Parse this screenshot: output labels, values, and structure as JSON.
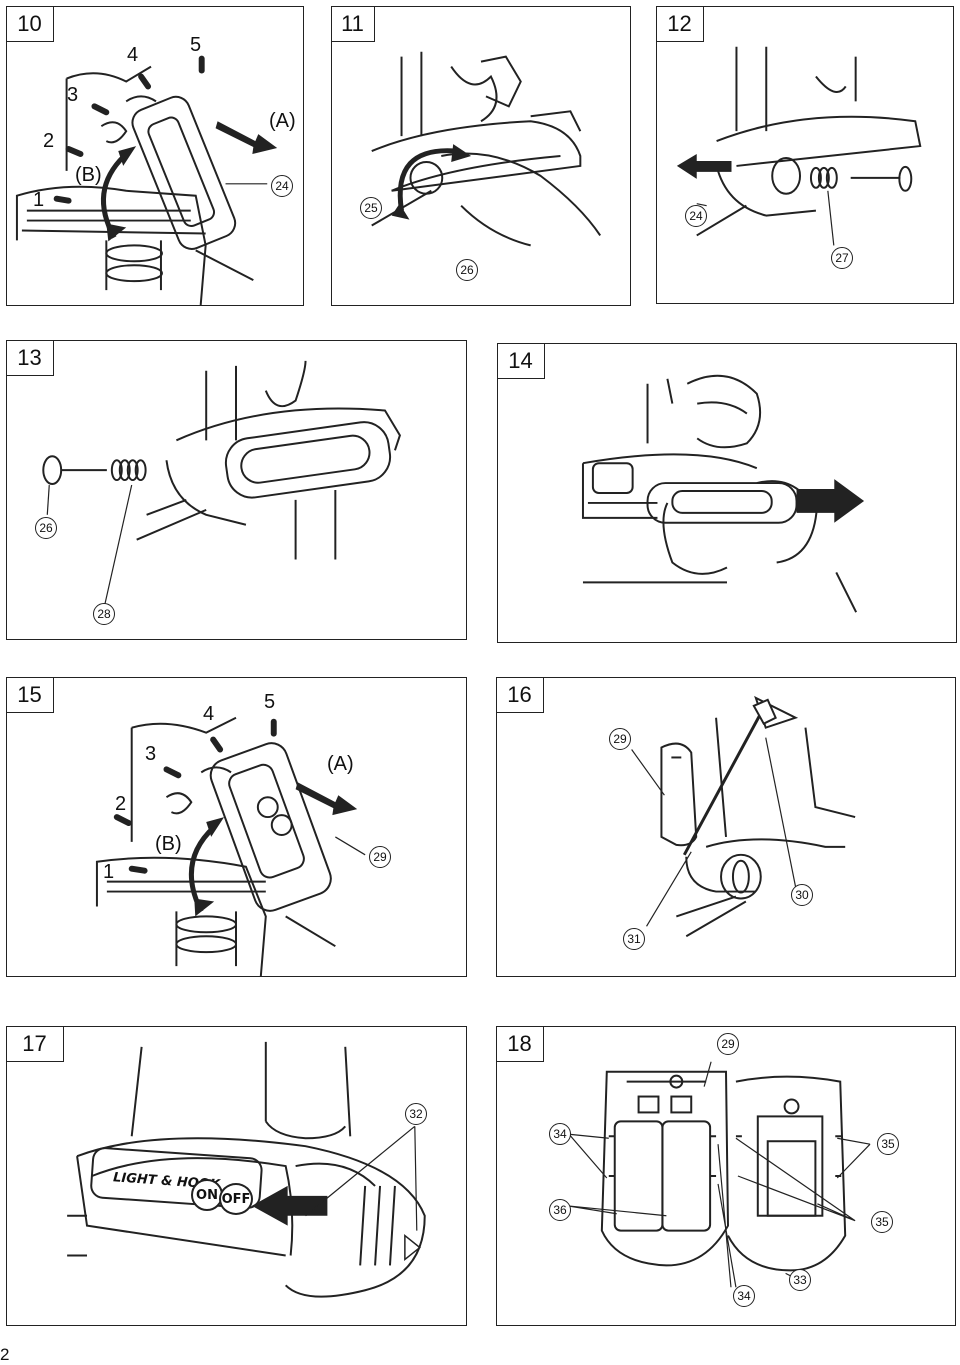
{
  "page_number": "2",
  "figures": [
    {
      "id": "10",
      "number": "10",
      "labels": [
        "1",
        "2",
        "3",
        "4",
        "5",
        "(A)",
        "(B)"
      ],
      "callouts": [
        "24"
      ]
    },
    {
      "id": "11",
      "number": "11",
      "callouts": [
        "25",
        "26"
      ]
    },
    {
      "id": "12",
      "number": "12",
      "callouts": [
        "24",
        "27"
      ]
    },
    {
      "id": "13",
      "number": "13",
      "callouts": [
        "26",
        "28"
      ]
    },
    {
      "id": "14",
      "number": "14"
    },
    {
      "id": "15",
      "number": "15",
      "labels": [
        "1",
        "2",
        "3",
        "4",
        "5",
        "(A)",
        "(B)"
      ],
      "callouts": [
        "29"
      ]
    },
    {
      "id": "16",
      "number": "16",
      "callouts": [
        "29",
        "30",
        "31"
      ]
    },
    {
      "id": "17",
      "number": "17",
      "callouts": [
        "32"
      ],
      "switch_text": "LIGHT & HOOK",
      "on_label": "ON",
      "off_label": "OFF"
    },
    {
      "id": "18",
      "number": "18",
      "callouts": [
        "29",
        "34",
        "35",
        "36",
        "35",
        "34",
        "33"
      ]
    }
  ]
}
